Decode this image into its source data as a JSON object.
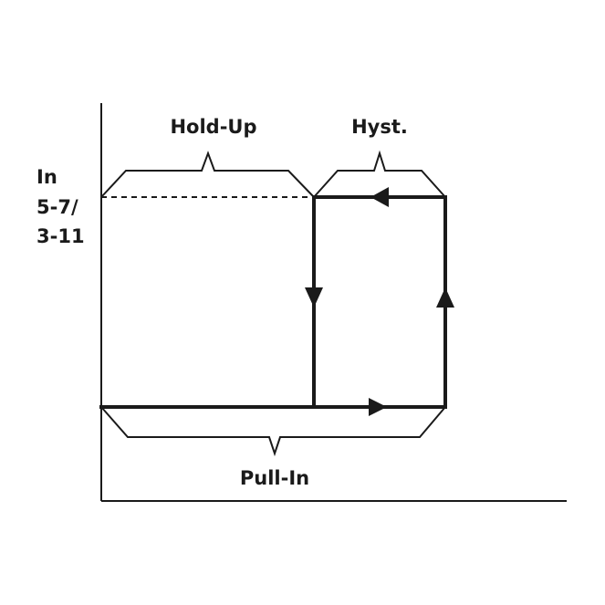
{
  "labels": {
    "hold_up": "Hold-Up",
    "hyst": "Hyst.",
    "pull_in": "Pull-In",
    "y_label_line1": "In",
    "y_label_line2": "5-7/",
    "y_label_line3": "3-11"
  },
  "colors": {
    "line": "#1a1a1a",
    "background": "#ffffff"
  }
}
